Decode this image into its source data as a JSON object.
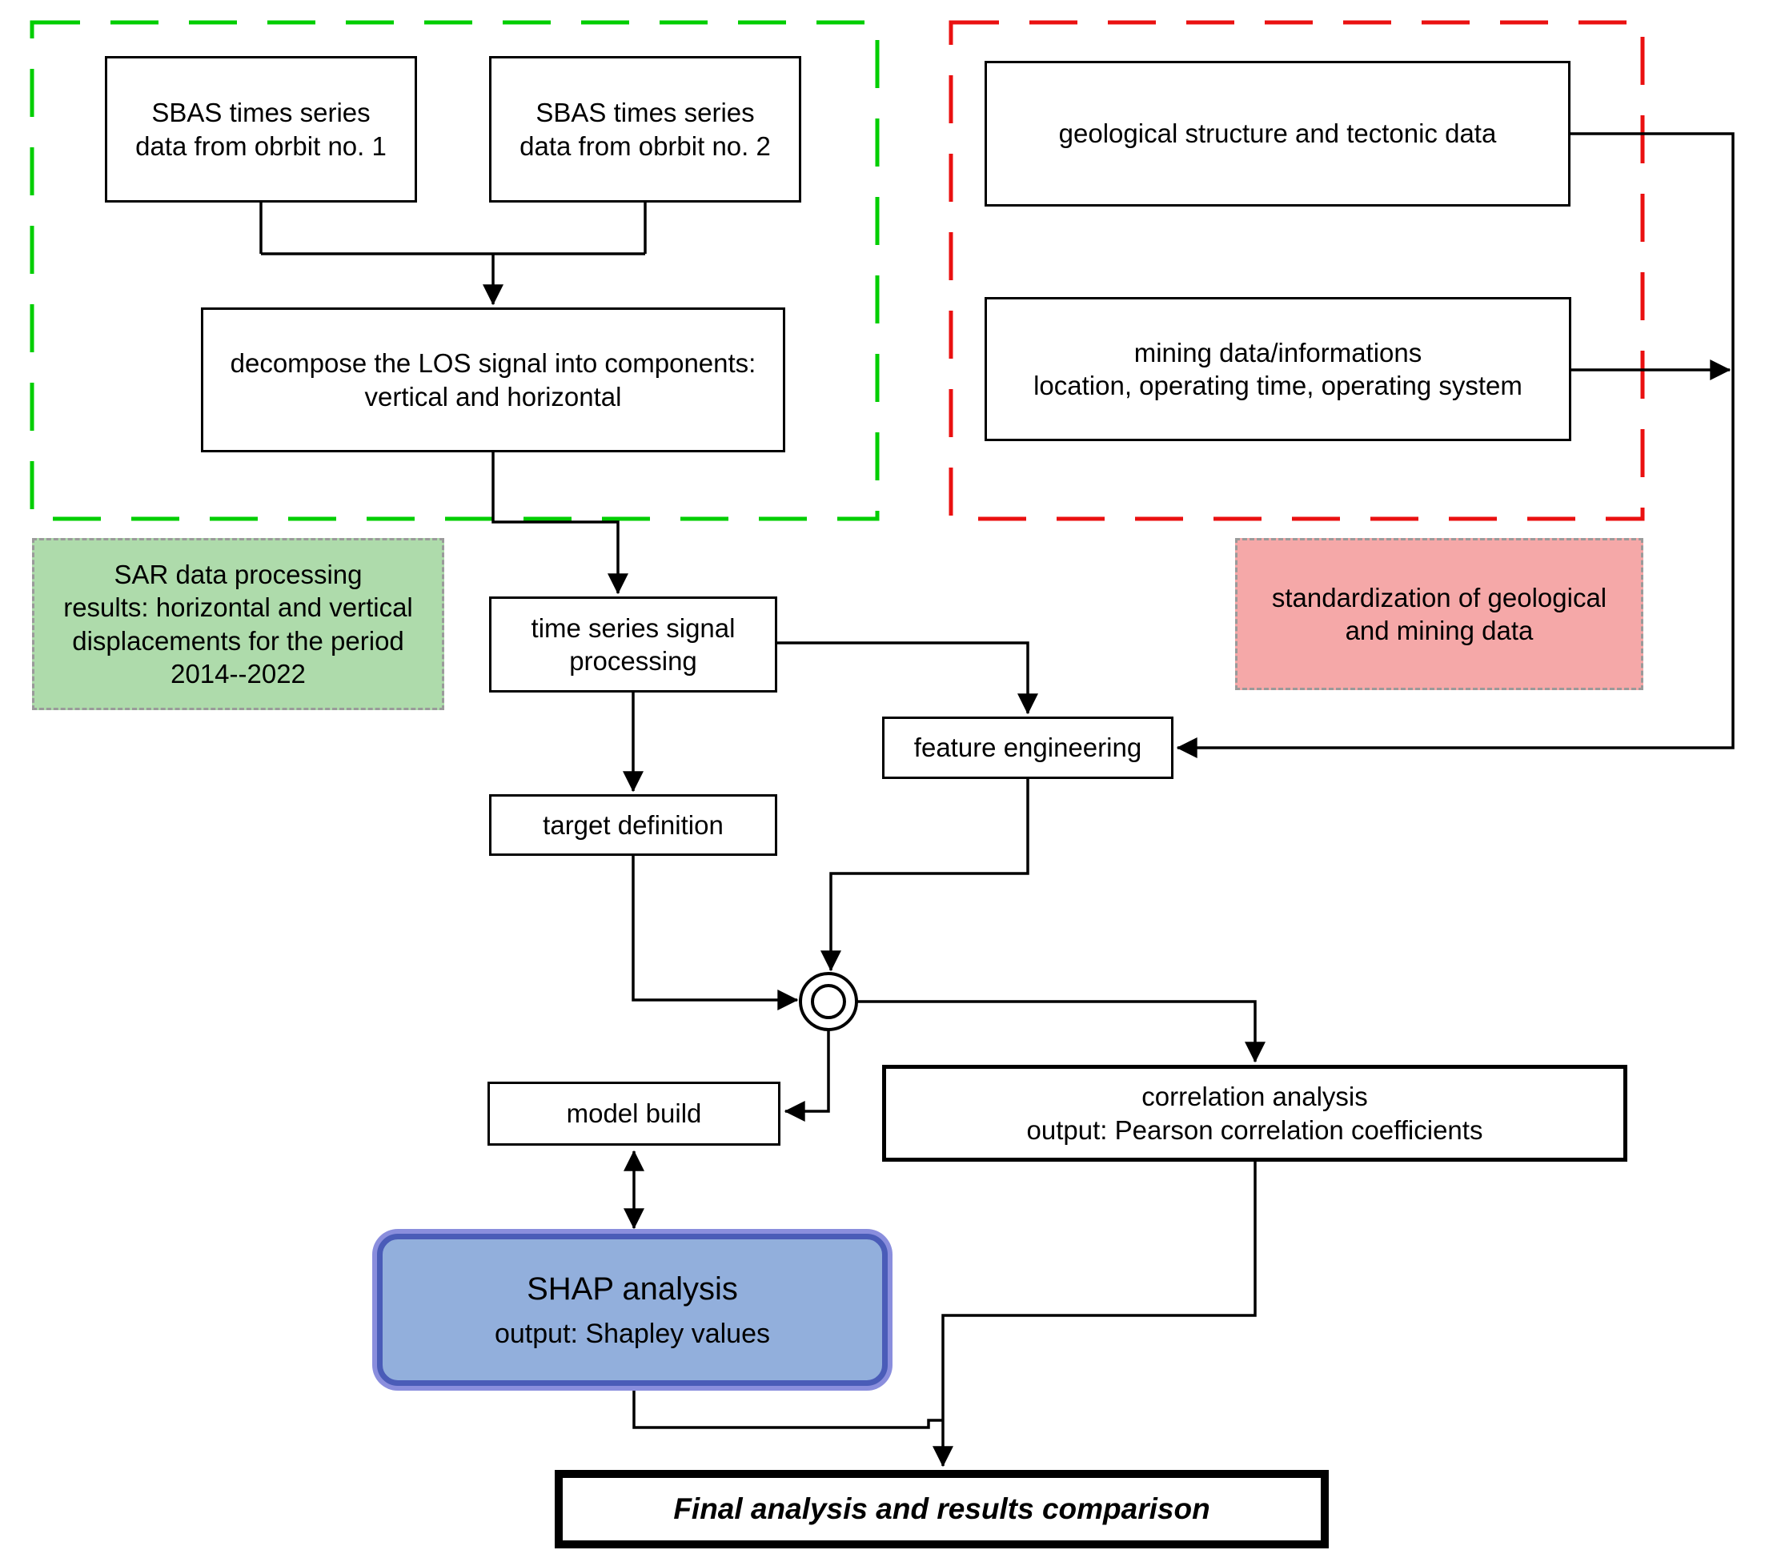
{
  "diagram": {
    "nodes": {
      "sbas1": {
        "line1": "SBAS times series",
        "line2": "data from obrbit no. 1"
      },
      "sbas2": {
        "line1": "SBAS times series",
        "line2": "data from obrbit no. 2"
      },
      "decompose": {
        "line1": "decompose the LOS signal into components:",
        "line2": "vertical and horizontal"
      },
      "geological": {
        "line1": "geological structure and tectonic data"
      },
      "mining": {
        "line1": "mining data/informations",
        "line2": "location, operating time, operating system"
      },
      "sar_note": {
        "line1": "SAR data processing",
        "line2": "results: horizontal and vertical",
        "line3": "displacements for the period",
        "line4": "2014--2022"
      },
      "standardization_note": {
        "line1": "standardization of geological",
        "line2": "and mining data"
      },
      "time_series": {
        "line1": "time series signal",
        "line2": "processing"
      },
      "feature_engineering": {
        "line1": "feature engineering"
      },
      "target_definition": {
        "line1": "target definition"
      },
      "model_build": {
        "line1": "model build"
      },
      "correlation": {
        "line1": "correlation analysis",
        "line2": "output: Pearson correlation coefficients"
      },
      "shap": {
        "line1": "SHAP analysis",
        "line2": "output: Shapley values"
      },
      "final": {
        "line1": "Final analysis and results comparison"
      }
    },
    "colors": {
      "green_dash_border": "#00ce00",
      "red_dash_border": "#ea1010",
      "note_dash_border": "#9a9a9a",
      "sar_note_fill": "#aedbab",
      "standardization_note_fill": "#f5a8a8",
      "shap_fill": "#92afdc",
      "shap_border": "#4a5cb8",
      "shap_outline": "#8a8edd",
      "line_color": "#000000",
      "box_background": "#ffffff"
    }
  }
}
